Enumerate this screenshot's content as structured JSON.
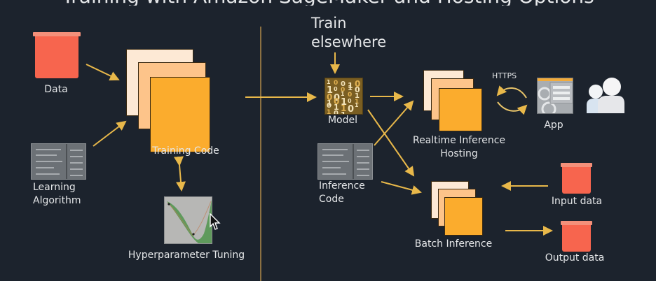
{
  "title_fragment": "Training with Amazon SageMaker and Hosting Options",
  "colors": {
    "background": "#1c232d",
    "arrow": "#e8b84a",
    "divider": "#b08a4a",
    "bucket": "#f7654e",
    "page_front": "#fbac2d",
    "page_mid": "#fdc48a",
    "page_back": "#fde9d5",
    "text": "#e4e6e8"
  },
  "training_section": {
    "data_label": "Data",
    "learning_algorithm_label_line1": "Learning",
    "learning_algorithm_label_line2": "Algorithm",
    "training_code_label": "Training Code",
    "hyperparameter_tuning_label": "Hyperparameter Tuning"
  },
  "hosting_section": {
    "train_elsewhere_line1": "Train",
    "train_elsewhere_line2": "elsewhere",
    "model_label": "Model",
    "model_digits": [
      "1",
      "0",
      "0",
      "1",
      "0",
      "1",
      "0",
      "0",
      "1",
      "0",
      "0",
      "0",
      "1",
      "0",
      "1",
      "1",
      "0",
      "1",
      "0",
      "1",
      "0",
      "1",
      "1",
      "0",
      "1",
      "1",
      "0",
      "1"
    ],
    "inference_code_label_line1": "Inference",
    "inference_code_label_line2": "Code",
    "realtime_label_line1": "Realtime Inference",
    "realtime_label_line2": "Hosting",
    "https_label": "HTTPS",
    "app_label": "App",
    "batch_label": "Batch Inference",
    "input_data_label": "Input data",
    "output_data_label": "Output data"
  },
  "icons": {
    "data": "bucket-icon",
    "training_code": "document-stack-icon",
    "learning_algorithm": "code-screenshot-icon",
    "hyperparameter_tuning": "tuning-chart-icon",
    "model": "binary-model-icon",
    "app": "app-gears-icon",
    "users": "users-icon",
    "https": "bidirectional-arrows-icon",
    "cursor": "mouse-cursor-icon"
  }
}
